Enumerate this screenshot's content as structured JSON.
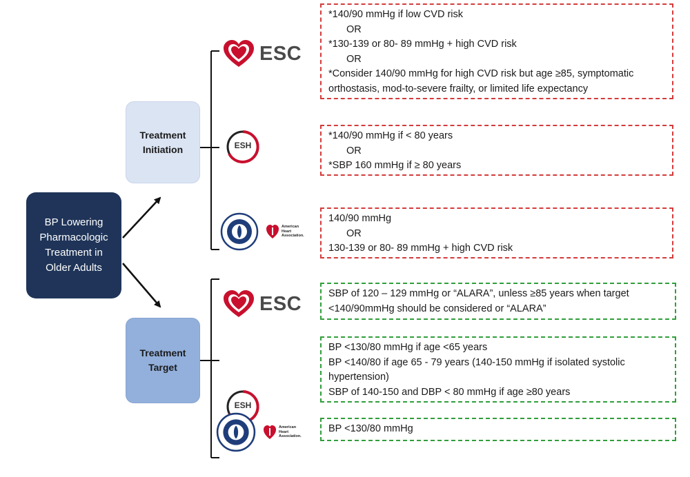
{
  "main_box": {
    "label": "BP Lowering\nPharmacologic\nTreatment in\nOlder Adults"
  },
  "categories": {
    "initiation": "Treatment\nInitiation",
    "target": "Treatment\nTarget"
  },
  "logos": {
    "esc": "ESC",
    "esh": "ESH",
    "aha": "American\nHeart\nAssociation."
  },
  "initiation": {
    "esc": [
      "*140/90 mmHg if low CVD risk",
      "OR",
      "*130-139 or 80- 89 mmHg + high CVD risk",
      "OR",
      "*Consider 140/90 mmHg for high CVD risk but age ≥85, symptomatic",
      "orthostasis, mod-to-severe frailty, or limited life expectancy"
    ],
    "esh": [
      "*140/90 mmHg if < 80 years",
      "OR",
      "*SBP 160 mmHg if ≥ 80 years"
    ],
    "acc_aha": [
      "140/90 mmHg",
      "OR",
      "130-139 or 80- 89 mmHg + high CVD risk"
    ]
  },
  "target": {
    "esc": [
      "SBP of 120 – 129 mmHg or “ALARA”, unless ≥85 years when target",
      "<140/90mmHg should be considered or “ALARA”"
    ],
    "esh": [
      "BP <130/80 mmHg if age <65 years",
      "BP <140/80 if age 65 - 79 years (140-150 mmHg if isolated systolic hypertension)",
      "SBP of 140-150 and DBP < 80 mmHg if age ≥80 years"
    ],
    "acc_aha": [
      "BP <130/80 mmHg"
    ]
  },
  "colors": {
    "navy": "#1f3458",
    "initiation_fill": "#dbe4f3",
    "target_fill": "#93b0dc",
    "initiation_border": "#d33a3a",
    "target_border": "#2f9e3a",
    "esc_red": "#c8102e"
  }
}
